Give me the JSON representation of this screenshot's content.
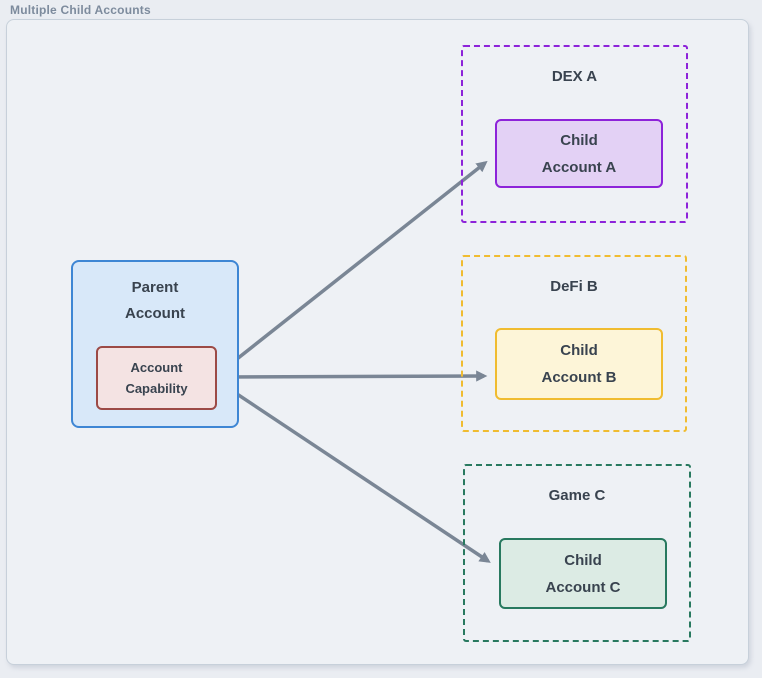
{
  "page": {
    "title": "Multiple Child Accounts"
  },
  "diagram": {
    "parent": {
      "label": [
        "Parent",
        "Account"
      ],
      "capability": [
        "Account",
        "Capability"
      ]
    },
    "groups": [
      {
        "title": "DEX A",
        "child": [
          "Child",
          "Account A"
        ]
      },
      {
        "title": "DeFi B",
        "child": [
          "Child",
          "Account B"
        ]
      },
      {
        "title": "Game C",
        "child": [
          "Child",
          "Account C"
        ]
      }
    ],
    "connectors": [
      {
        "from": "Account Capability",
        "to": "Child Account A"
      },
      {
        "from": "Account Capability",
        "to": "Child Account B"
      },
      {
        "from": "Account Capability",
        "to": "Child Account C"
      }
    ]
  },
  "colors": {
    "canvas_background": "#eef1f5",
    "canvas_border": "#c7d0da",
    "title_text": "#7d8b9d",
    "label_text": "#39434f",
    "arrow": "#7a8695",
    "parent_fill": "#d8e8f9",
    "parent_border": "#3e86d4",
    "capability_fill": "#f4e3e3",
    "capability_border": "#9c4a46",
    "dex_accent": "#8d23d9",
    "dex_fill": "#e3d1f5",
    "defi_accent": "#f0bc30",
    "defi_fill": "#fdf5d8",
    "game_accent": "#28795f",
    "game_fill": "#dcebe4"
  }
}
